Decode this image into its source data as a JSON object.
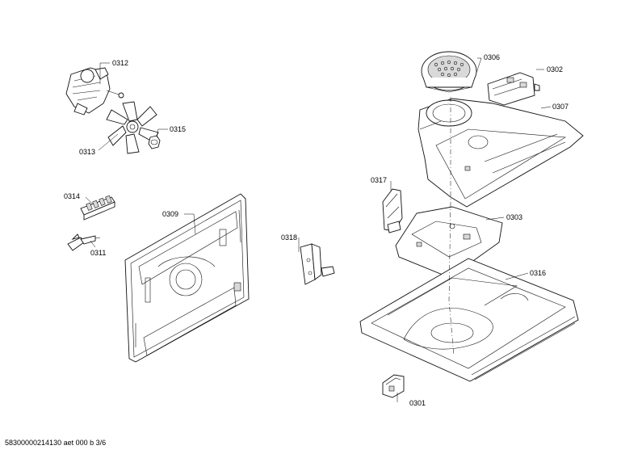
{
  "labels": {
    "p0312": "0312",
    "p0313": "0313",
    "p0315": "0315",
    "p0314": "0314",
    "p0311": "0311",
    "p0309": "0309",
    "p0318": "0318",
    "p0317": "0317",
    "p0306": "0306",
    "p0302": "0302",
    "p0307": "0307",
    "p0303": "0303",
    "p0316": "0316",
    "p0301": "0301"
  },
  "footer": "58300000214130 aet 000 b 3/6"
}
